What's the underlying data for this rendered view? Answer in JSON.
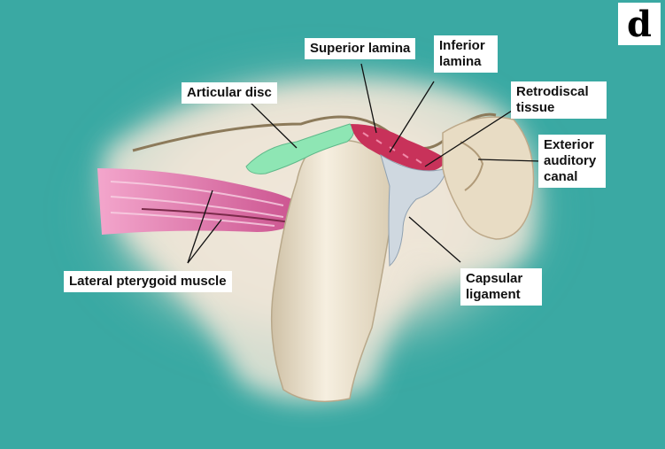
{
  "figure": {
    "panel_letter": "d",
    "labels": {
      "superior_lamina": "Superior lamina",
      "inferior_lamina": [
        "Inferior",
        "lamina"
      ],
      "articular_disc": "Articular disc",
      "retrodiscal_tissue": [
        "Retrodiscal",
        "tissue"
      ],
      "exterior_auditory_canal": [
        "Exterior",
        "auditory",
        "canal"
      ],
      "lateral_pterygoid_muscle": "Lateral pterygoid muscle",
      "capsular_ligament": [
        "Capsular",
        "ligament"
      ]
    },
    "colors": {
      "background": "#3aa9a3",
      "articular_disc": "#8ee6b4",
      "retrodiscal_tissue": "#c8325a",
      "muscle": "#e070a8",
      "bone": "#efe3cc",
      "ligament": "#cfd8e0"
    }
  }
}
